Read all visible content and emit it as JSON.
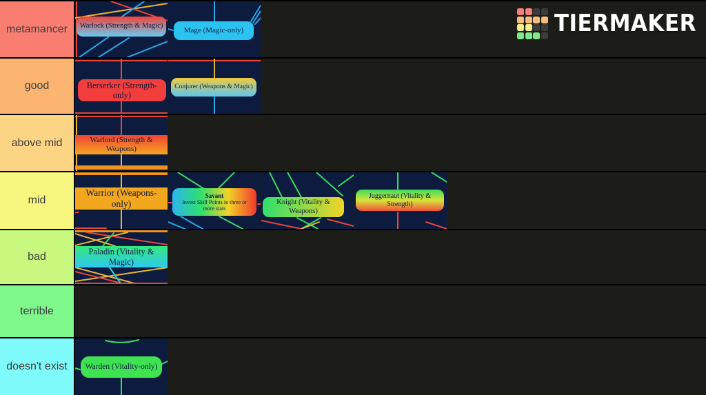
{
  "brand": {
    "wordmark": "TIERMAKER",
    "grid_palette": {
      "r": "#f28079",
      "o": "#f7bd7f",
      "y": "#f7ef8a",
      "g": "#7de98a",
      "d": "#3b3b3b"
    },
    "grid": [
      [
        "r",
        "r",
        "d",
        "d"
      ],
      [
        "o",
        "o",
        "o",
        "o"
      ],
      [
        "y",
        "y",
        "d",
        "d"
      ],
      [
        "g",
        "g",
        "g",
        "d"
      ]
    ]
  },
  "tiers": [
    {
      "label": "metamancer",
      "color": "#fa7d72",
      "items": [
        {
          "name": "Warlock (Strength & Magic)",
          "dir": "180deg",
          "colors": [
            "#f0453b",
            "#6ac8f2"
          ]
        },
        {
          "name": "Mage (Magic-only)",
          "colors": [
            "#2bc3f2"
          ]
        }
      ]
    },
    {
      "label": "good",
      "color": "#fcb471",
      "items": [
        {
          "name": "Berserker (Strength-only)",
          "colors": [
            "#f23d3d"
          ]
        },
        {
          "name": "Conjurer (Weapons & Magic)",
          "dir": "180deg",
          "colors": [
            "#f2c93d",
            "#5ec8f0"
          ]
        }
      ]
    },
    {
      "label": "above mid",
      "color": "#fbd584",
      "items": [
        {
          "name": "Warlord (Strength & Weapons)",
          "dir": "180deg",
          "colors": [
            "#f04434",
            "#f5a623"
          ]
        }
      ]
    },
    {
      "label": "mid",
      "color": "#f7f67e",
      "items": [
        {
          "name": "Warrior (Weapons-only)",
          "colors": [
            "#f2a71f"
          ]
        },
        {
          "name": "Savant",
          "line1": "Invest Skill Points in three or",
          "line2": "more stats",
          "dir": "90deg",
          "colors": [
            "#2bb5f0",
            "#2ee06e",
            "#f2d327",
            "#f0392e"
          ]
        },
        {
          "name": "Knight (Vitality & Weapons)",
          "dir": "90deg",
          "colors": [
            "#2ee06e",
            "#f2d327"
          ]
        },
        {
          "name": "Juggernaut (Vitality & Strength)",
          "dir": "180deg",
          "colors": [
            "#3edc5a",
            "#d8e23a",
            "#f0533a"
          ]
        }
      ]
    },
    {
      "label": "bad",
      "color": "#c8f87d",
      "items": [
        {
          "name": "Paladin (Vitality & Magic)",
          "dir": "180deg",
          "colors": [
            "#35e87d",
            "#2ec9ef"
          ]
        }
      ]
    },
    {
      "label": "terrible",
      "color": "#7ef88b",
      "items": []
    },
    {
      "label": "doesn't exist",
      "color": "#80fbfc",
      "items": [
        {
          "name": "Warden (Vitality-only)",
          "colors": [
            "#3fe352"
          ]
        }
      ]
    }
  ]
}
